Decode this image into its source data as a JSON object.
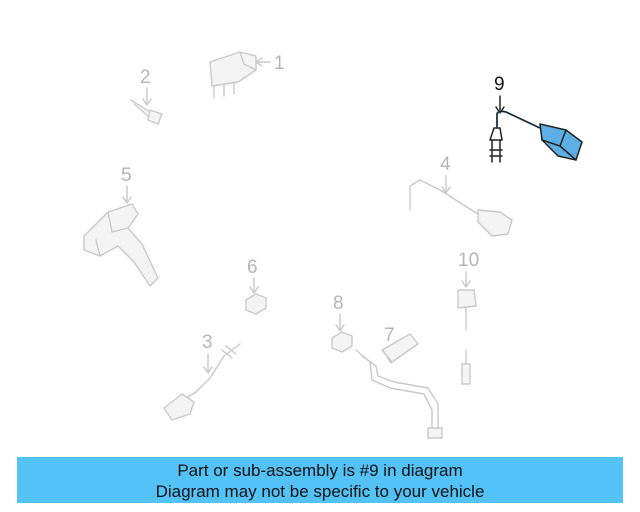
{
  "diagram": {
    "callouts": [
      "1",
      "2",
      "3",
      "4",
      "5",
      "6",
      "7",
      "8",
      "9",
      "10"
    ],
    "highlighted_part": "9",
    "highlight_color": "#5eaee6",
    "ghost_color": "#c9c9c9"
  },
  "banner": {
    "line1": "Part or sub-assembly is #9 in diagram",
    "line2": "Diagram may not be specific to your vehicle",
    "background": "#53c2f7"
  }
}
